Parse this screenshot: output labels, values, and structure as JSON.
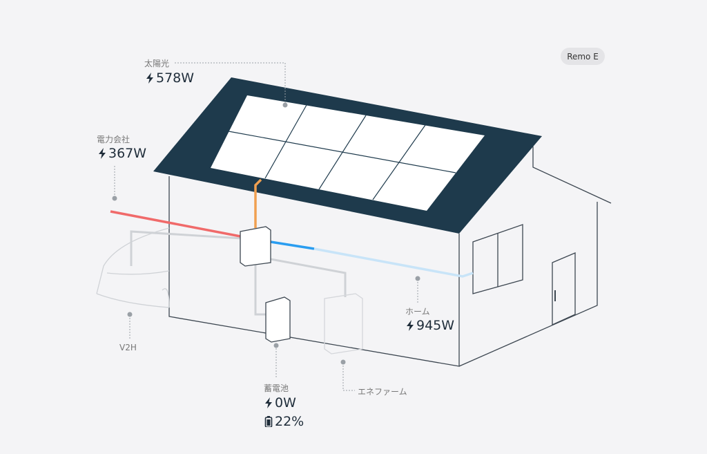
{
  "badge": "Remo E",
  "solar": {
    "label": "太陽光",
    "power": "578W"
  },
  "grid": {
    "label": "電力会社",
    "power": "367W"
  },
  "home": {
    "label": "ホーム",
    "power": "945W"
  },
  "v2h": {
    "label": "V2H"
  },
  "battery": {
    "label": "蓄電池",
    "power": "0W",
    "charge": "22%",
    "charge_percent": 22
  },
  "enefarm": {
    "label": "エネファーム"
  },
  "colors": {
    "roof": "#1e3a4c",
    "grid_line": "#f06a6a",
    "solar_line": "#f0a050",
    "home_line_strong": "#2a9df0",
    "home_line_light": "#c8e4f8",
    "background": "#f4f4f6"
  }
}
